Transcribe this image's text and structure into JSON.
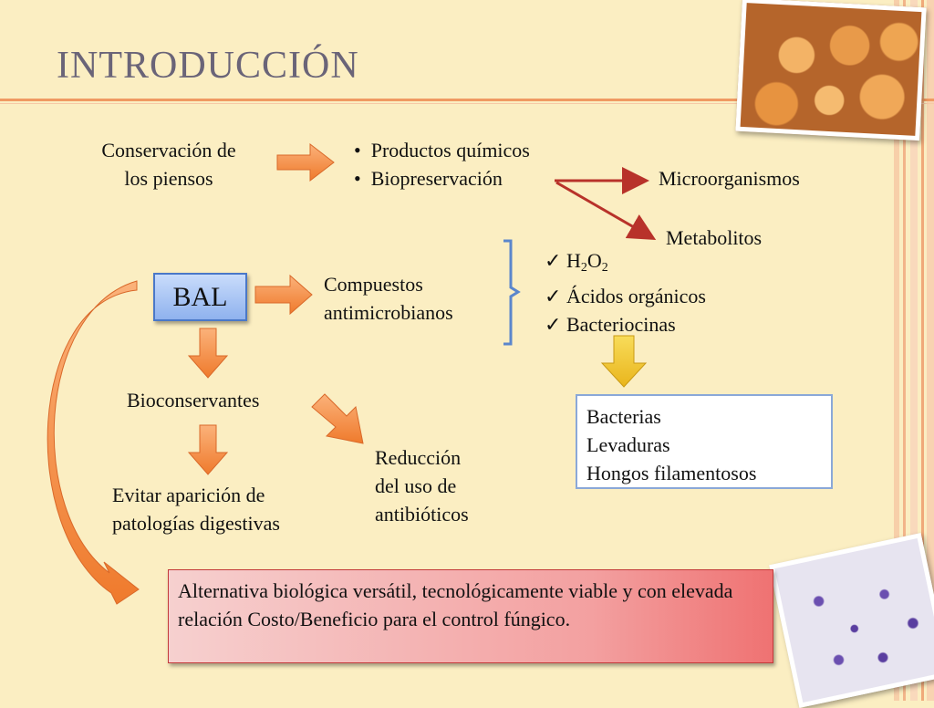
{
  "slide": {
    "title": "INTRODUCCIÓN"
  },
  "diagram": {
    "conservacion_line1": "Conservación de",
    "conservacion_line2": "los piensos",
    "bullet1": "Productos químicos",
    "bullet2": "Biopreservación",
    "microorganismos": "Microorganismos",
    "metabolitos": "Metabolitos",
    "bal": "BAL",
    "compuestos_line1": "Compuestos",
    "compuestos_line2": "antimicrobianos",
    "check1_h": "H",
    "check1_sub1": "2",
    "check1_o": "O",
    "check1_sub2": "2",
    "check2": "Ácidos orgánicos",
    "check3": "Bacteriocinas",
    "targets": [
      "Bacterias",
      "Levaduras",
      "Hongos filamentosos"
    ],
    "bioconservantes": "Bioconservantes",
    "evitar_line1": "Evitar aparición de",
    "evitar_line2": "patologías digestivas",
    "reduccion_line1": "Reducción",
    "reduccion_line2": "del uso de",
    "reduccion_line3": "antibióticos",
    "conclusion": "Alternativa biológica versátil, tecnológicamente viable y con elevada relación Costo/Beneficio para el control fúngico."
  },
  "colors": {
    "background": "#fbeec2",
    "orange_arrow": "#f58a3c",
    "red_arrow": "#b8322a",
    "yellow_arrow": "#f2c62e",
    "bal_box": "#a9c6f5",
    "conclusion_box": "#f3a0a0"
  }
}
